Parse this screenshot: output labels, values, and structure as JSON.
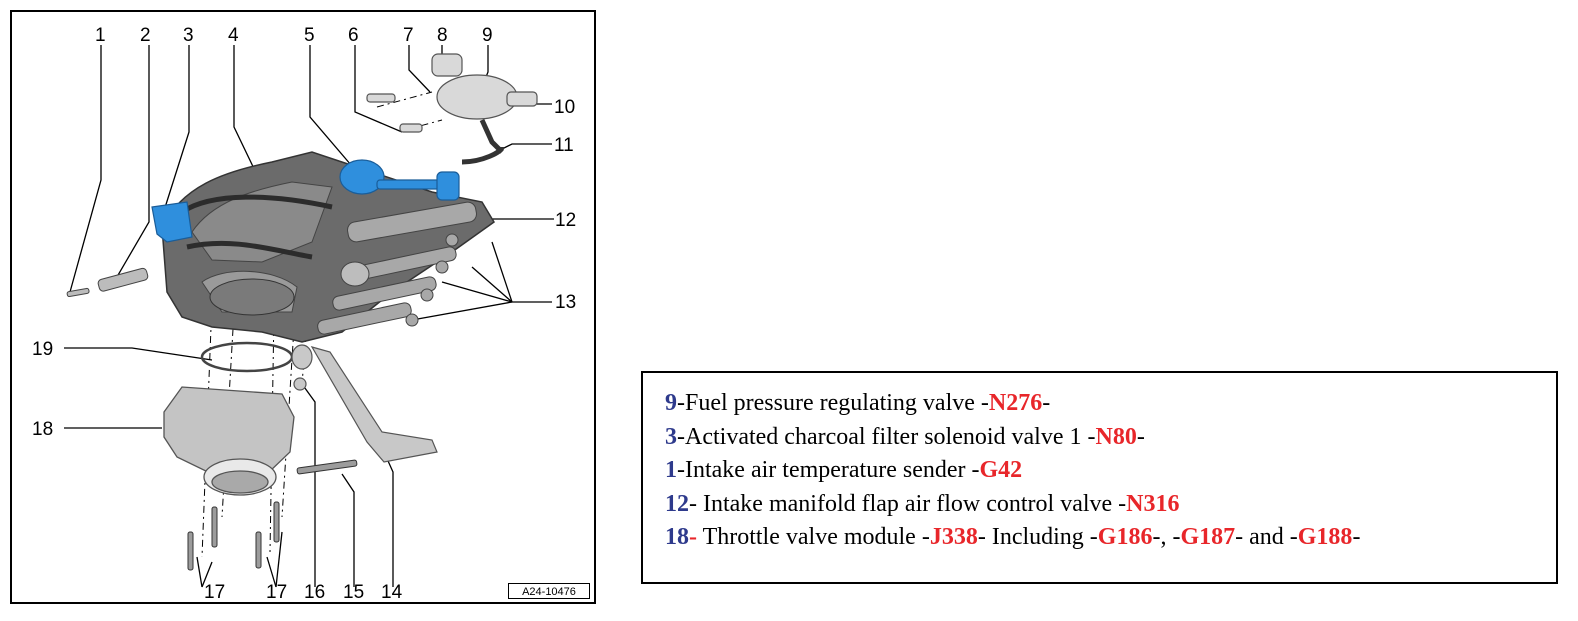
{
  "diagram": {
    "callouts": [
      "1",
      "2",
      "3",
      "4",
      "5",
      "6",
      "7",
      "8",
      "9",
      "10",
      "11",
      "12",
      "13",
      "19",
      "18",
      "17",
      "17",
      "16",
      "15",
      "14"
    ],
    "reference_id": "A24-10476",
    "colors": {
      "highlight": "#2f8fdd",
      "part": "#9a9a9a",
      "part_dark": "#4a4a4a"
    }
  },
  "legend": {
    "lines": [
      {
        "num": "9",
        "text": "-Fuel pressure regulating valve -",
        "code": "N276",
        "suffix": "-"
      },
      {
        "num": "3",
        "text": "-Activated charcoal filter solenoid valve 1 -",
        "code": "N80",
        "suffix": "-"
      },
      {
        "num": "1",
        "text": "-Intake air temperature sender -",
        "code": "G42",
        "suffix": ""
      },
      {
        "num": "12",
        "text": "- Intake manifold flap air flow control valve -",
        "code": "N316",
        "suffix": ""
      },
      {
        "num": "18",
        "num_suffix": "-",
        "text": " Throttle valve module -",
        "code": "J338",
        "text2": "-  Including  -",
        "code2": "G186",
        "text3": "-,  -",
        "code3": "G187",
        "text4": "- and  -",
        "code4": "G188",
        "suffix": "-"
      }
    ],
    "colors": {
      "number": "#2e3a8c",
      "code": "#e8262a"
    }
  }
}
